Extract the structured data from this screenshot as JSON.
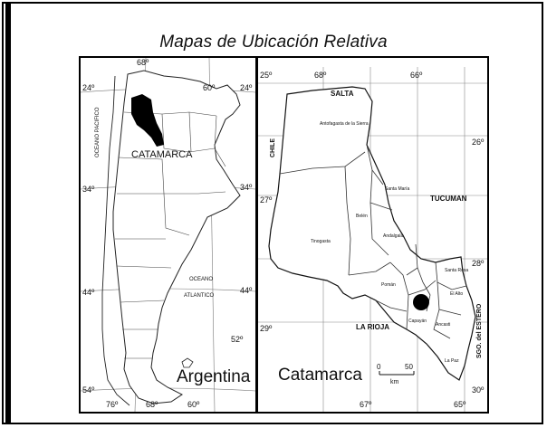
{
  "title": "Mapas de Ubicación Relativa",
  "left_map": {
    "name": "Argentina",
    "region_label": "CATAMARCA",
    "ocean_pacific": "OCEANO PACIFICO",
    "ocean_atlantic_1": "OCEANO",
    "ocean_atlantic_2": "ATLANTICO",
    "lat_labels": [
      "24º",
      "34º",
      "44º",
      "54º"
    ],
    "lat_labels_right": [
      "24º",
      "34º",
      "44º",
      "52º"
    ],
    "lon_labels_top": [
      "68º",
      "60º"
    ],
    "lon_labels_bottom": [
      "76º",
      "68º",
      "60º"
    ]
  },
  "right_map": {
    "name": "Catamarca",
    "neighbors": {
      "north": "SALTA",
      "west": "CHILE",
      "east": "TUCUMAN",
      "south": "LA RIOJA",
      "southeast": "SGO. del ESTERO"
    },
    "departments": [
      "Antofagasta de la Sierra",
      "Belén",
      "Tinogasta",
      "Santa María",
      "Andalgalá",
      "Pomán",
      "Capayán",
      "Santa Rosa",
      "El Alto",
      "Ancasti",
      "La Paz"
    ],
    "lat_labels_left": [
      "25º",
      "27º",
      "29º"
    ],
    "lat_labels_right": [
      "26º",
      "28º",
      "30º"
    ],
    "lon_labels_top": [
      "68º",
      "66º"
    ],
    "lon_labels_bottom": [
      "67º",
      "65º"
    ],
    "scale": {
      "zero": "0",
      "value": "50",
      "unit": "km"
    }
  }
}
